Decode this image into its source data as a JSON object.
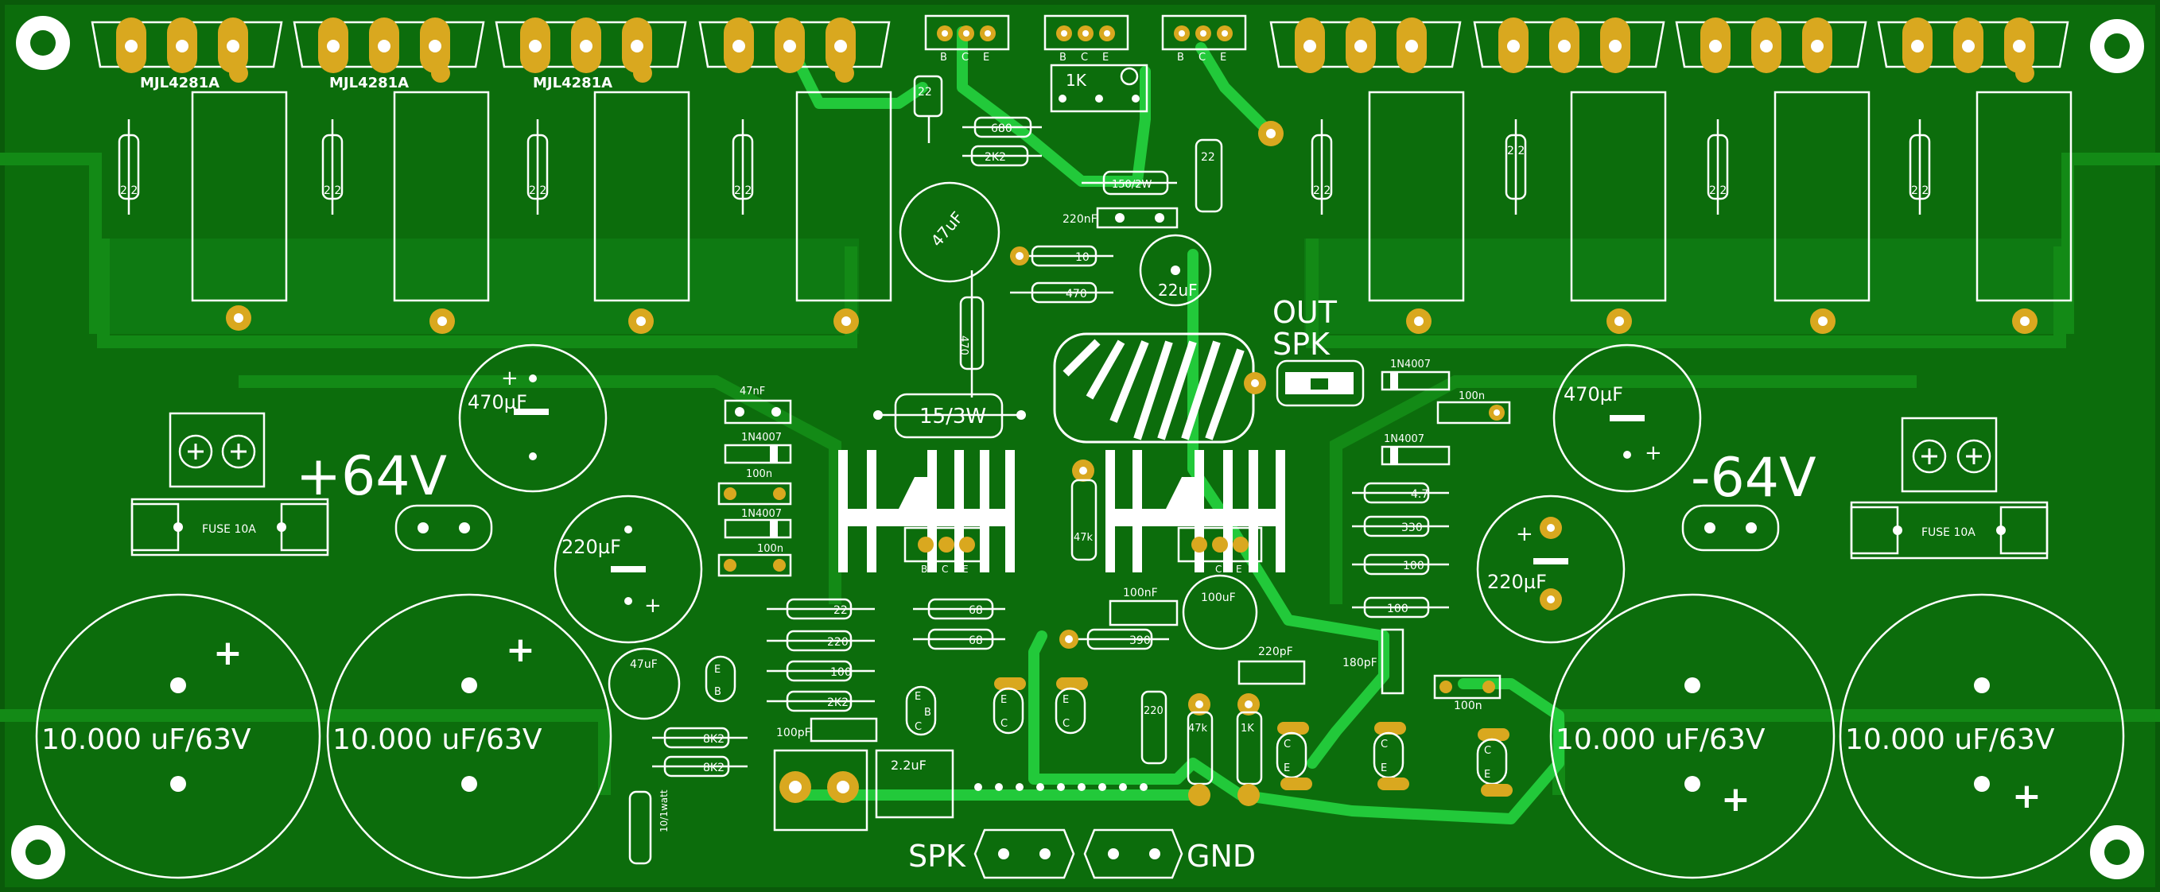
{
  "board": {
    "background_color": "#0c6d0c",
    "silk_color": "#ffffff",
    "pad_color": "#d9a81f",
    "trace_color": "#22c93a"
  },
  "labels": {
    "transistor_part": "MJL4281A",
    "out": "OUT",
    "spk_top": "SPK",
    "plus_voltage": "+64V",
    "minus_voltage": "-64V",
    "fuse": "FUSE 10A",
    "big_cap": "10.000 uF/63V",
    "plus_sign": "+",
    "spk_bottom": "SPK",
    "gnd": "GND",
    "pin_b": "B",
    "pin_c": "C",
    "pin_e": "E"
  },
  "values": {
    "r_emitter": "2,2",
    "r22": "22",
    "r680": "680",
    "r2k2": "2K2",
    "pot_1k": "1K",
    "r150": "150/2W",
    "c220n": "220nF",
    "r10": "10",
    "r470": "470",
    "c47u": "47uF",
    "c22u": "22uF",
    "r470v": "470",
    "r15": "15/3W",
    "c47n": "47nF",
    "d1": "1N4007",
    "c100n": "100n",
    "d2": "1N4007",
    "c100n_b": "100n",
    "c470u": "470µF",
    "c220u": "220µF",
    "r47k": "47k",
    "r68a": "68",
    "r68b": "68",
    "r22b": "22",
    "r220": "220",
    "r100": "100",
    "r2k2b": "2K2",
    "c100p": "100pF",
    "c47u_small": "47uF",
    "r8k2a": "8K2",
    "r8k2b": "8K2",
    "r10w": "10/1watt",
    "c22u_film": "2.2uF",
    "c100nf": "100nF",
    "r390": "390",
    "c100u": "100uF",
    "c220pf": "220pF",
    "r220v": "220",
    "r47k_b": "47k",
    "r1k": "1K",
    "c180pf": "180pF",
    "c100n_c": "100n",
    "r_4_7": "4.7",
    "r330": "330",
    "r100b": "100",
    "r100c": "100",
    "d3": "1N4007",
    "c100n_r": "100n",
    "d4": "1N4007",
    "c470u_r": "470µF",
    "c220u_r": "220µF"
  }
}
